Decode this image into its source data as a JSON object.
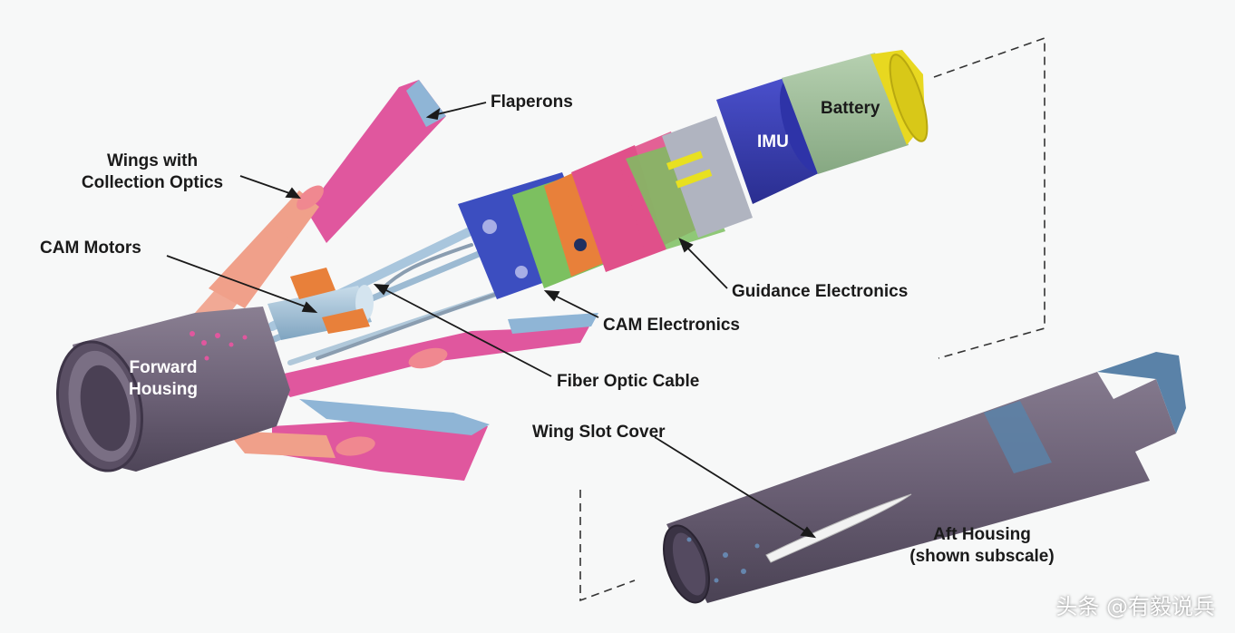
{
  "labels": {
    "flaperons": "Flaperons",
    "wings_line1": "Wings with",
    "wings_line2": "Collection Optics",
    "cam_motors": "CAM Motors",
    "forward_line1": "Forward",
    "forward_line2": "Housing",
    "battery": "Battery",
    "imu": "IMU",
    "guidance": "Guidance Electronics",
    "cam_electronics": "CAM Electronics",
    "fiber": "Fiber Optic Cable",
    "wing_slot": "Wing Slot Cover",
    "aft_line1": "Aft Housing",
    "aft_line2": "(shown subscale)"
  },
  "watermark": "头条 @有毅说兵",
  "colors": {
    "housing": "#6e6378",
    "wing_pink": "#e0579e",
    "wing_salmon": "#f0a08a",
    "wing_blue": "#8fb5d6",
    "imu_blue": "#3a3fb8",
    "battery_green": "#9fbf9a",
    "battery_ring": "#e8d820",
    "magenta_ring": "#e0508a",
    "green_ring": "#7cc060",
    "orange": "#e8803a",
    "aft_blue": "#5a82a8"
  }
}
